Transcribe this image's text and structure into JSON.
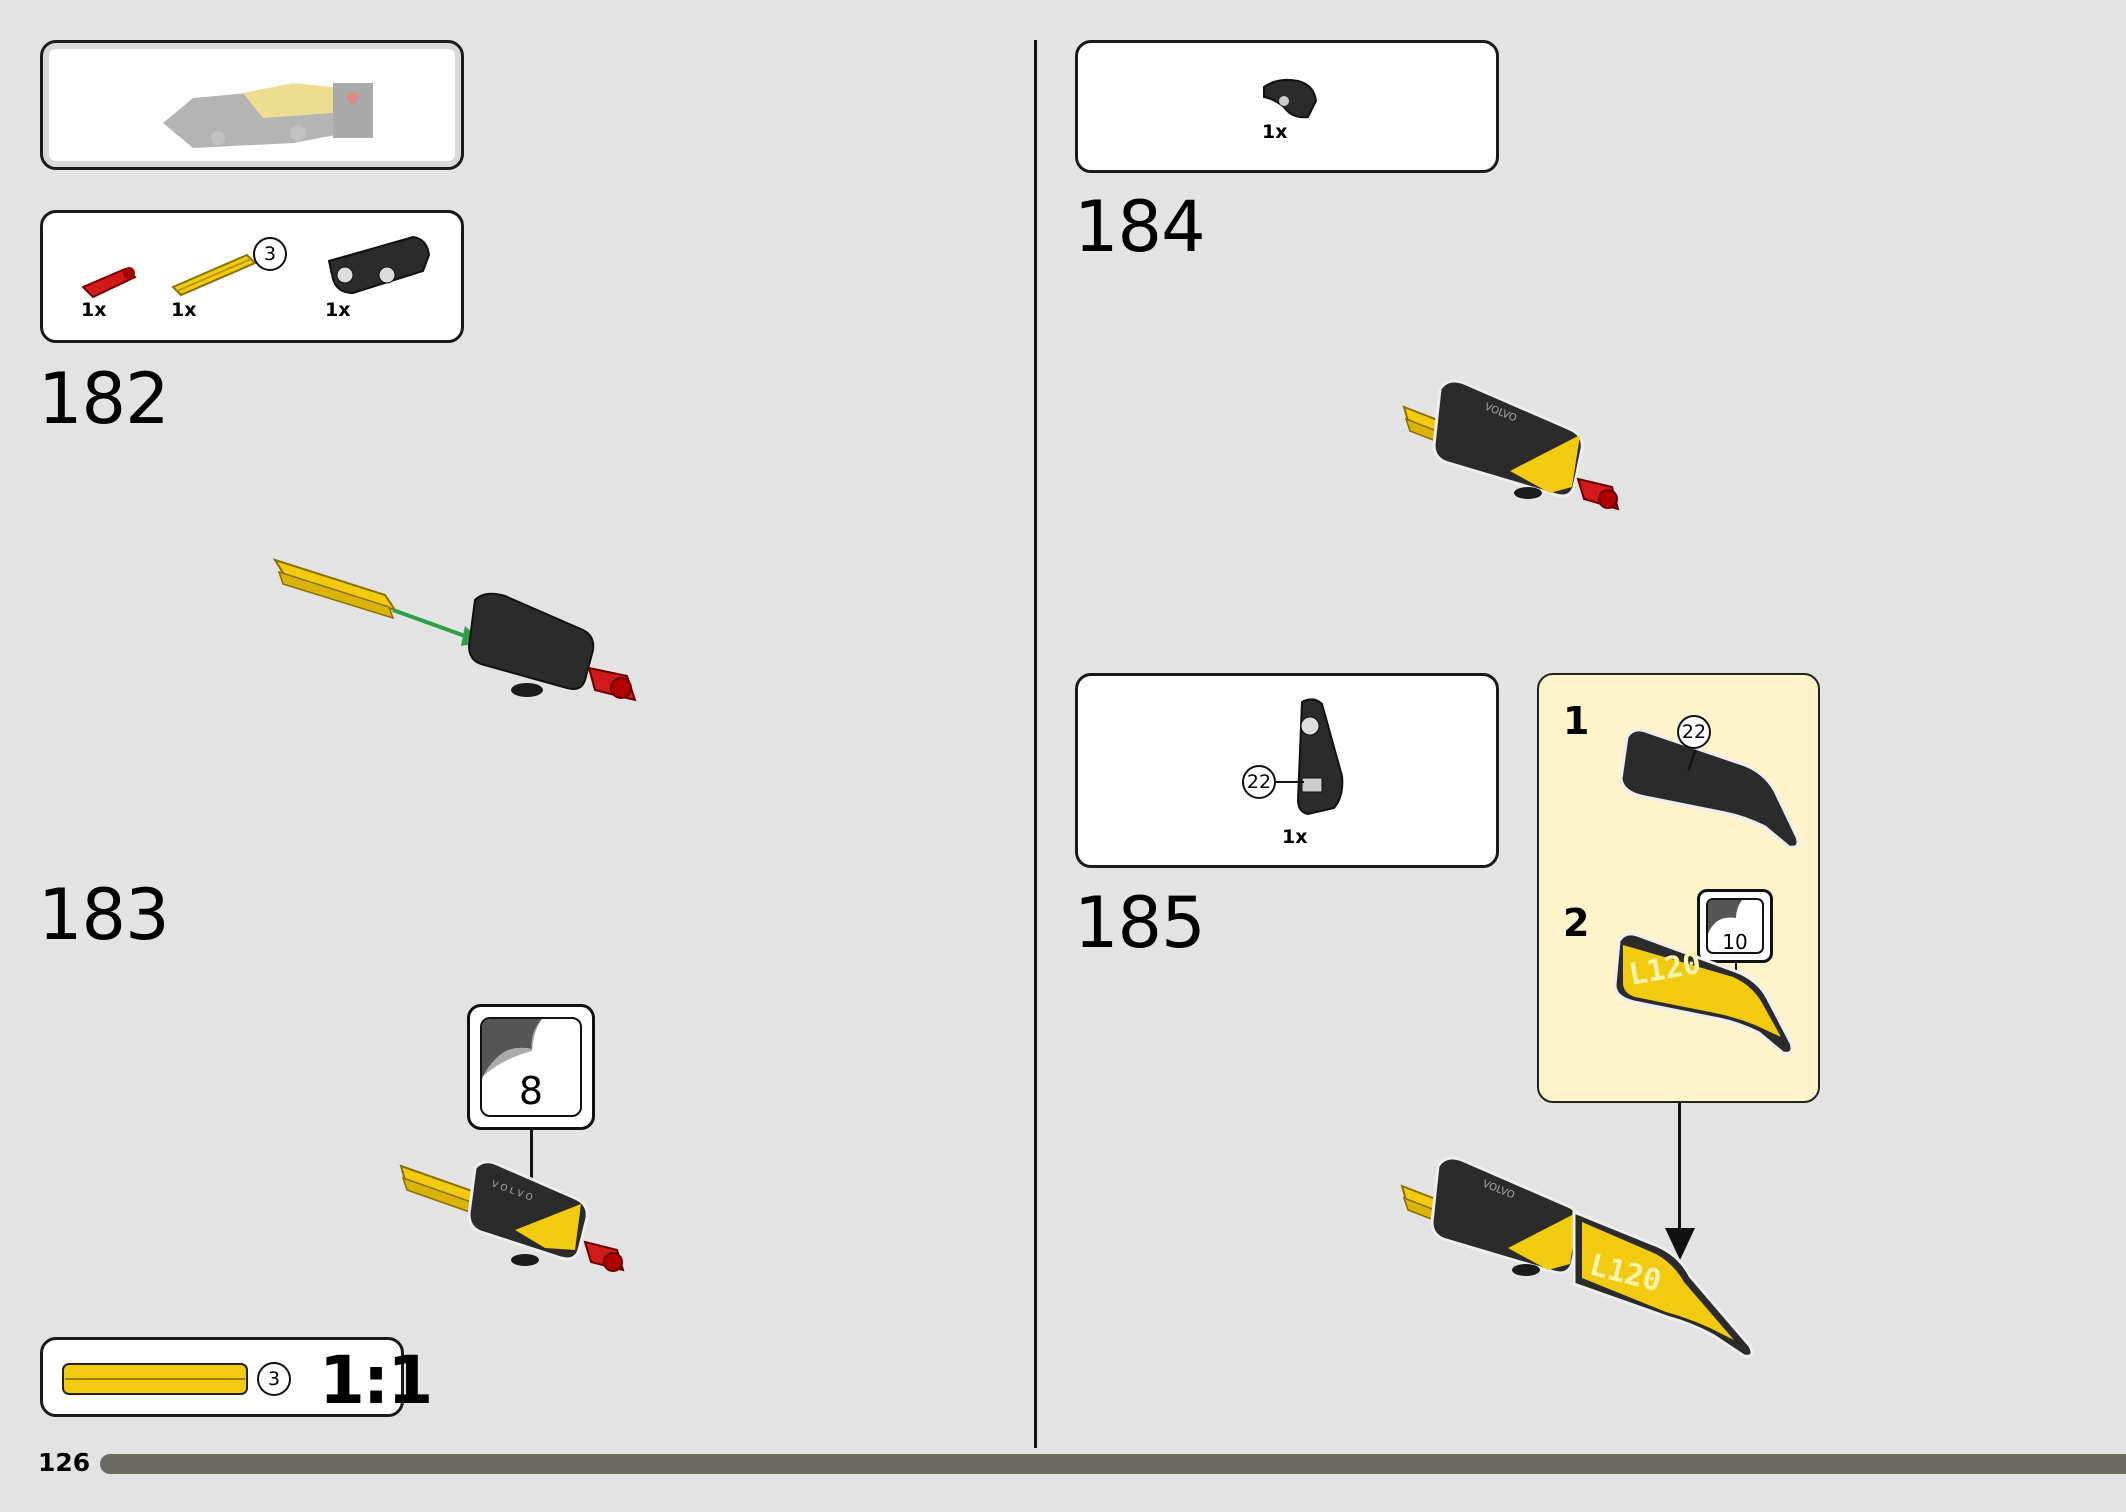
{
  "page": {
    "number": "126",
    "progress": 1.0
  },
  "submodel_preview": {
    "icon": "loader-submodel-preview-icon"
  },
  "step182": {
    "number": "182",
    "parts": [
      {
        "qty": "1x",
        "icon": "red-pin-icon"
      },
      {
        "qty": "1x",
        "icon": "yellow-axle-3-icon",
        "length": "3"
      },
      {
        "qty": "1x",
        "icon": "black-panel-icon"
      }
    ]
  },
  "step183": {
    "number": "183",
    "sticker": "8"
  },
  "step184": {
    "number": "184",
    "parts": [
      {
        "qty": "1x",
        "icon": "black-curved-panel-icon"
      }
    ]
  },
  "step185": {
    "number": "185",
    "parts": [
      {
        "qty": "1x",
        "icon": "black-panel-22-icon",
        "ref": "22"
      }
    ],
    "callout": {
      "sub1": {
        "label": "1",
        "ref": "22"
      },
      "sub2": {
        "label": "2",
        "sticker": "10",
        "decal_text": "L120"
      }
    },
    "decal_text": "L120",
    "brand_text": "VOLVO"
  },
  "scale_ref": {
    "length": "3",
    "ratio": "1:1"
  },
  "colors": {
    "yellow": "#f2cb10",
    "black": "#2b2b2b",
    "red": "#d21a1a",
    "green": "#2e9e4a",
    "callout": "#fdf4cb"
  }
}
